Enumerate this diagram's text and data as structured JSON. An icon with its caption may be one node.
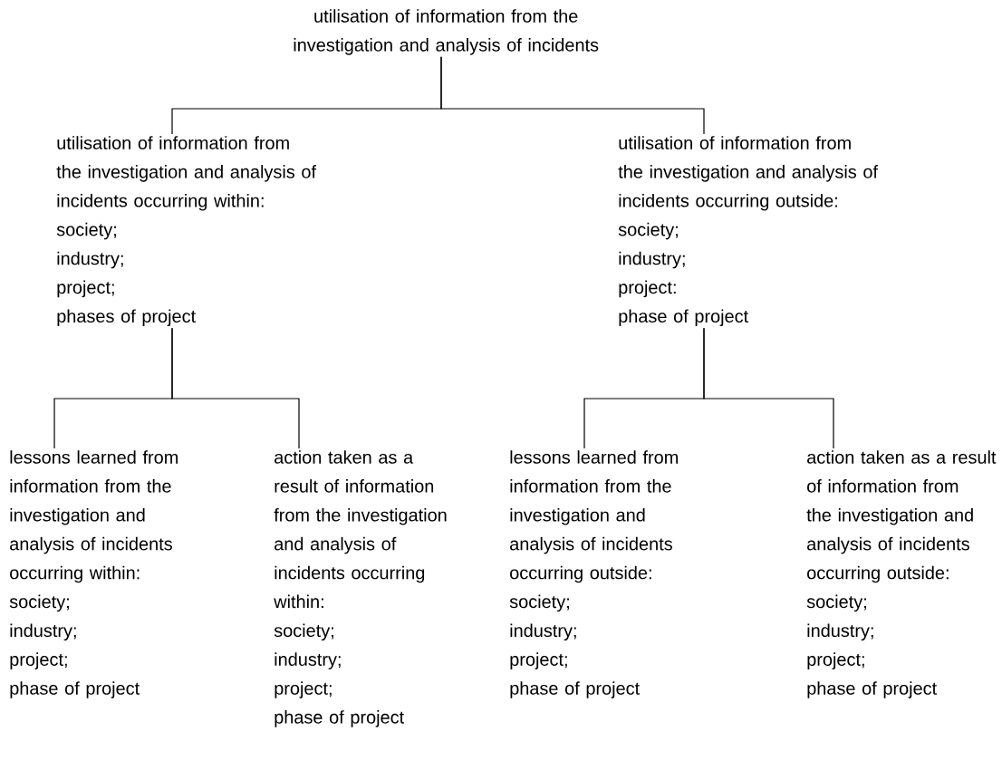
{
  "diagram": {
    "nodes": [
      {
        "text": [
          "utilisation of information from the investigation and analysis of incidents"
        ]
      },
      {
        "text": [
          "utilisation of information from the investigation and analysis of incidents occurring within:",
          "society;",
          "industry;",
          "project;",
          "phases of project"
        ]
      },
      {
        "text": [
          "utilisation of information from the investigation and analysis of incidents occurring outside:",
          "society;",
          "industry;",
          "project:",
          "phase of project"
        ]
      },
      {
        "text": [
          "lessons learned from information from the investigation and analysis of incidents occurring within:",
          "society;",
          "industry;",
          "project;",
          "phase of project"
        ]
      },
      {
        "text": [
          "action taken as a result of information from the investigation and analysis of incidents occurring within:",
          "society;",
          "industry;",
          "project;",
          "phase of project"
        ]
      },
      {
        "text": [
          "lessons learned from information from the investigation and analysis of incidents occurring outside:",
          "society;",
          "industry;",
          "project;",
          "phase of project"
        ]
      },
      {
        "text": [
          "action taken as a result of information from the investigation and analysis of incidents occurring outside:",
          "society;",
          "industry;",
          "project;",
          "phase of project"
        ]
      }
    ],
    "edges": [
      {
        "from": 0,
        "to": 1,
        "arrow": "none"
      },
      {
        "from": 0,
        "to": 2,
        "arrow": "none"
      },
      {
        "from": 1,
        "to": 3,
        "arrow": "none"
      },
      {
        "from": 1,
        "to": 4,
        "arrow": "none"
      },
      {
        "from": 2,
        "to": 5,
        "arrow": "none"
      },
      {
        "from": 2,
        "to": 6,
        "arrow": "none"
      }
    ]
  }
}
